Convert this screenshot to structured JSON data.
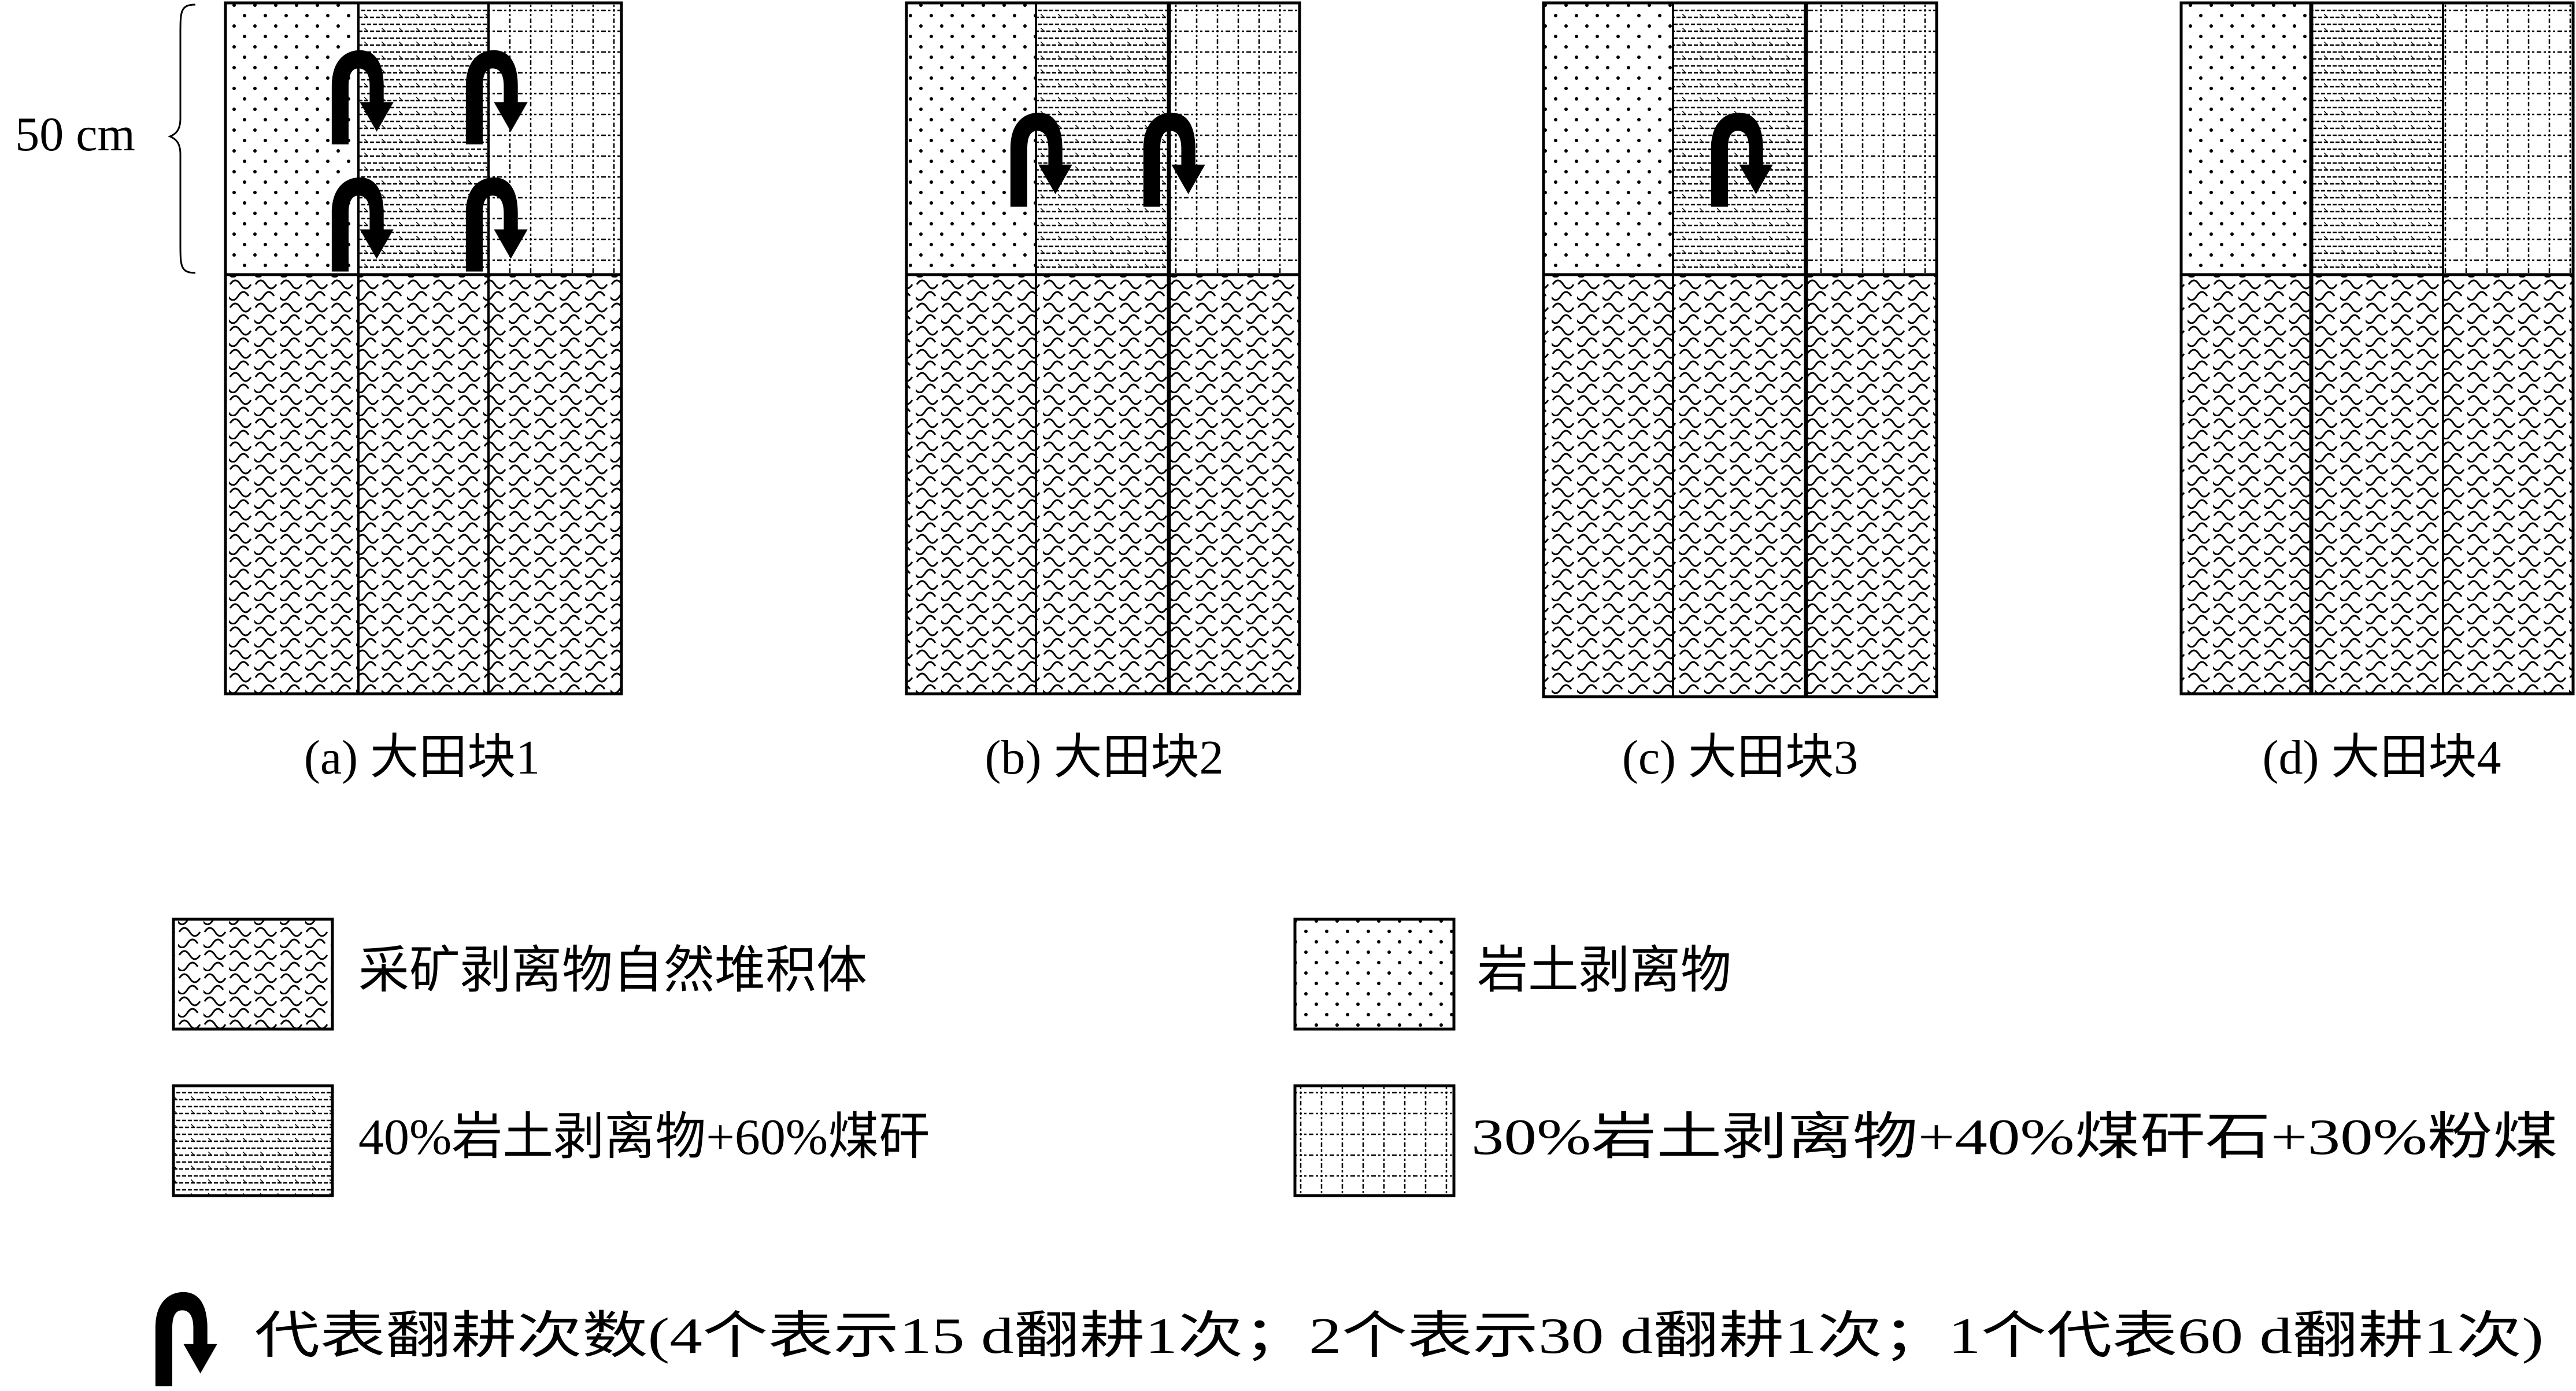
{
  "depth_label": "50 cm",
  "plots": [
    {
      "id": "a",
      "caption": "(a) 大田块1",
      "turning_arrows": 4
    },
    {
      "id": "b",
      "caption": "(b) 大田块2",
      "turning_arrows": 2
    },
    {
      "id": "c",
      "caption": "(c) 大田块3",
      "turning_arrows": 1
    },
    {
      "id": "d",
      "caption": "(d) 大田块4",
      "turning_arrows": 0
    }
  ],
  "column_materials": [
    "岩土剥离物",
    "40%岩土剥离物+60%煤矸",
    "30%岩土剥离物+40%煤矸石+30%粉煤"
  ],
  "base_material": "采矿剥离物自然堆积体",
  "legend": {
    "natural_pile": "采矿剥离物自然堆积体",
    "rock_soil": "岩土剥离物",
    "mix_40_60": "40%岩土剥离物+60%煤矸",
    "mix_30_40_30": "30%岩土剥离物+40%煤矸石+30%粉煤",
    "arrow_note": "代表翻耕次数(4个表示15 d翻耕1次；2个表示30 d翻耕1次；1个代表60 d翻耕1次)"
  }
}
